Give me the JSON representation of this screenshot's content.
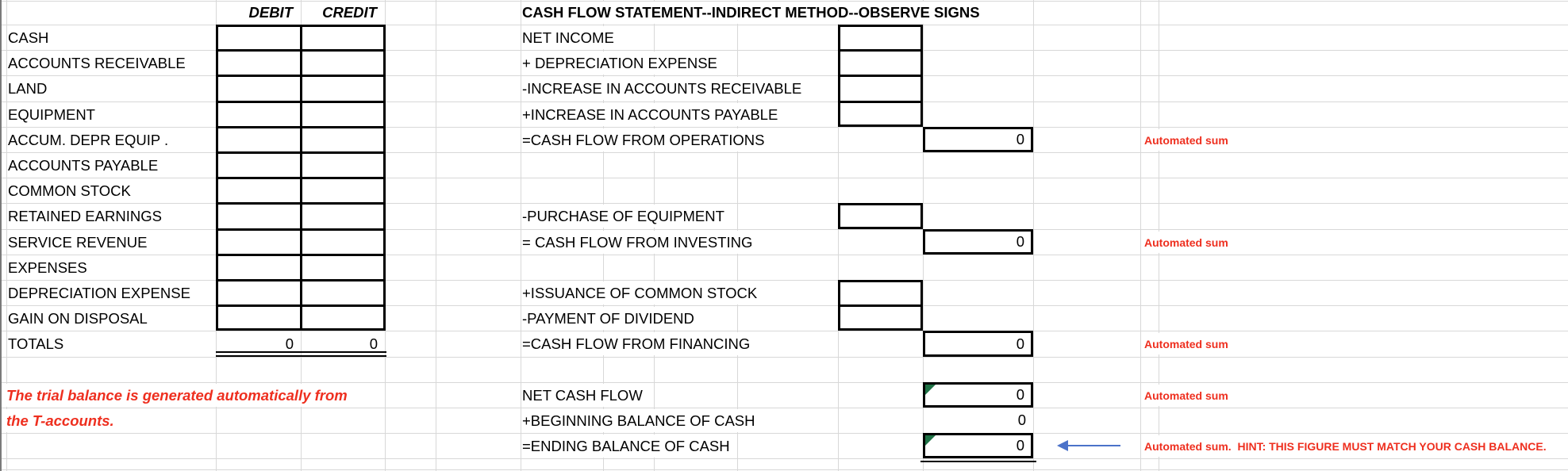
{
  "trial_balance": {
    "col_headers": {
      "debit": "DEBIT",
      "credit": "CREDIT"
    },
    "accounts": [
      "CASH",
      "ACCOUNTS RECEIVABLE",
      "LAND",
      "EQUIPMENT",
      "ACCUM. DEPR EQUIP .",
      "ACCOUNTS PAYABLE",
      "COMMON STOCK",
      "RETAINED EARNINGS",
      "SERVICE REVENUE",
      "EXPENSES",
      "DEPRECIATION EXPENSE",
      "GAIN ON DISPOSAL"
    ],
    "totals": {
      "label": "TOTALS",
      "debit": "0",
      "credit": "0"
    },
    "note": {
      "line1": "The trial balance is generated automatically from",
      "line2": "the T-accounts."
    }
  },
  "cash_flow": {
    "title": "CASH FLOW STATEMENT--INDIRECT METHOD--OBSERVE SIGNS",
    "operations": {
      "net_income": "NET INCOME",
      "depreciation": "+ DEPRECIATION EXPENSE",
      "increase_ar": "-INCREASE IN ACCOUNTS RECEIVABLE",
      "increase_ap": "+INCREASE IN ACCOUNTS PAYABLE",
      "subtotal_label": "=CASH FLOW FROM OPERATIONS",
      "subtotal_value": "0"
    },
    "investing": {
      "purchase_equipment": "-PURCHASE OF EQUIPMENT",
      "subtotal_label": "= CASH FLOW FROM INVESTING",
      "subtotal_value": "0"
    },
    "financing": {
      "issuance_stock": "+ISSUANCE OF COMMON STOCK",
      "payment_dividend": "-PAYMENT OF DIVIDEND",
      "subtotal_label": "=CASH FLOW FROM FINANCING",
      "subtotal_value": "0"
    },
    "summary": {
      "net_label": "NET CASH FLOW",
      "net_value": "0",
      "beginning_label": "+BEGINNING BALANCE OF CASH",
      "beginning_value": "0",
      "ending_label": "=ENDING BALANCE OF CASH",
      "ending_value": "0"
    }
  },
  "annotations": {
    "automated_sum": "Automated sum",
    "ending_hint": "Automated sum.  HINT: THIS FIGURE MUST MATCH YOUR CASH BALANCE."
  },
  "icons": {
    "formula_warning": "green-corner-triangle",
    "hint_arrow": "left-arrow"
  },
  "colors": {
    "annotation_red": "#ee2f1f",
    "error_green": "#1e7145",
    "arrow_blue": "#4b72c9",
    "gridline": "#d8d8d8",
    "cell_border": "#000000"
  }
}
